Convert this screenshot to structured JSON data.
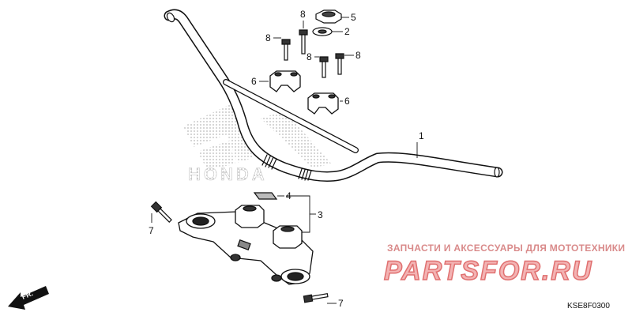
{
  "diagram": {
    "code": "KSE8F0300",
    "direction_label": "FR.",
    "brand_mark": "HONDA"
  },
  "callouts": [
    {
      "id": "c8a",
      "number": "8"
    },
    {
      "id": "c5",
      "number": "5"
    },
    {
      "id": "c8b",
      "number": "8"
    },
    {
      "id": "c2",
      "number": "2"
    },
    {
      "id": "c8c",
      "number": "8"
    },
    {
      "id": "c8d",
      "number": "8"
    },
    {
      "id": "c6a",
      "number": "6"
    },
    {
      "id": "c6b",
      "number": "6"
    },
    {
      "id": "c1",
      "number": "1"
    },
    {
      "id": "c4",
      "number": "4"
    },
    {
      "id": "c3",
      "number": "3"
    },
    {
      "id": "c7a",
      "number": "7"
    },
    {
      "id": "c7b",
      "number": "7"
    }
  ],
  "watermark": {
    "line1": "ЗАПЧАСТИ И АКСЕССУАРЫ ДЛЯ МОТОТЕХНИКИ",
    "line2": "PARTSFOR.RU",
    "color": "#e88a8a"
  }
}
